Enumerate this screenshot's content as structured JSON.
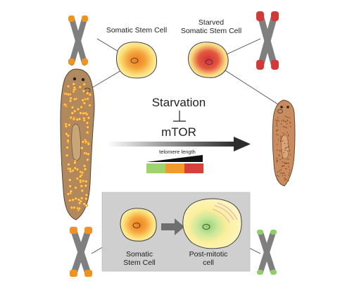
{
  "labels": {
    "somatic_top": "Somatic Stem Cell",
    "starved_line1": "Starved",
    "starved_line2": "Somatic Stem Cell",
    "starvation": "Starvation",
    "mtor": "mTOR",
    "telomere_length": "telomere length",
    "bottom_somatic_line1": "Somatic",
    "bottom_somatic_line2": "Stem Cell",
    "post_mitotic_line1": "Post-mitotic",
    "post_mitotic_line2": "cell"
  },
  "colors": {
    "chromosome_gray": "#8c8c8c",
    "telomere_orange": "#f0921f",
    "telomere_red": "#d23a3a",
    "telomere_green": "#8fcf6a",
    "worm_body": "#b08a5e",
    "panel_bg": "#cfcfcf"
  },
  "telomere_scale": [
    "#9fd36f",
    "#f29a2a",
    "#d8403c"
  ]
}
